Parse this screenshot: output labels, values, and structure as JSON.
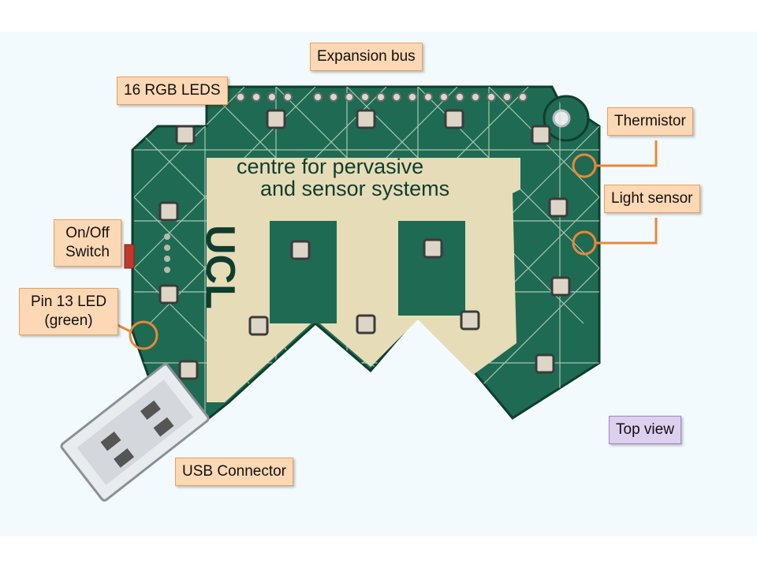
{
  "board": {
    "logo_line1": "centre for pervasive",
    "logo_line2": "and sensor systems",
    "logo_ucl": "UCL"
  },
  "labels": {
    "expansion_bus": "Expansion bus",
    "rgb_leds": "16 RGB LEDS",
    "thermistor": "Thermistor",
    "light_sensor": "Light sensor",
    "onoff_line1": "On/Off",
    "onoff_line2": "Switch",
    "pin13_line1": "Pin 13 LED",
    "pin13_line2": "(green)",
    "usb": "USB Connector",
    "top_view": "Top view"
  },
  "colors": {
    "pcb": "#1f6a52",
    "silk": "#e8e4c2",
    "copper": "#e6dcb8",
    "callout_fill": "#fcd8b4",
    "callout_border": "#e7a05e",
    "leader": "#e8883a",
    "tag_fill": "#ddd0ef"
  }
}
